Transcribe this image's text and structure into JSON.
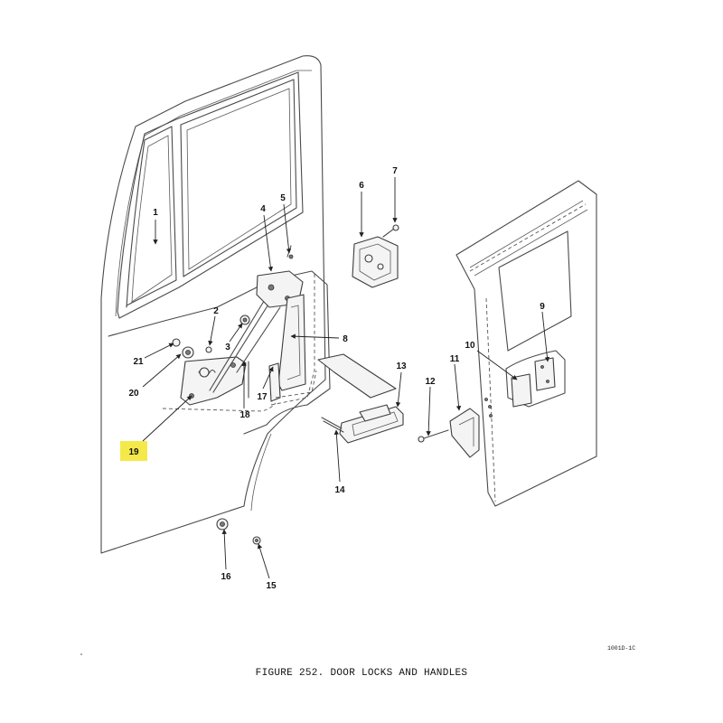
{
  "caption": "FIGURE 252. DOOR LOCKS AND HANDLES",
  "drawing_code": "1001D-1C",
  "highlight_color": "#f5e94a",
  "callouts": {
    "c1": "1",
    "c2": "2",
    "c3": "3",
    "c4": "4",
    "c5": "5",
    "c6": "6",
    "c7": "7",
    "c8": "8",
    "c9": "9",
    "c10": "10",
    "c11": "11",
    "c12": "12",
    "c13": "13",
    "c14": "14",
    "c15": "15",
    "c16": "16",
    "c17": "17",
    "c18": "18",
    "c19": "19",
    "c20": "20",
    "c21": "21"
  },
  "highlighted_callout": "19"
}
